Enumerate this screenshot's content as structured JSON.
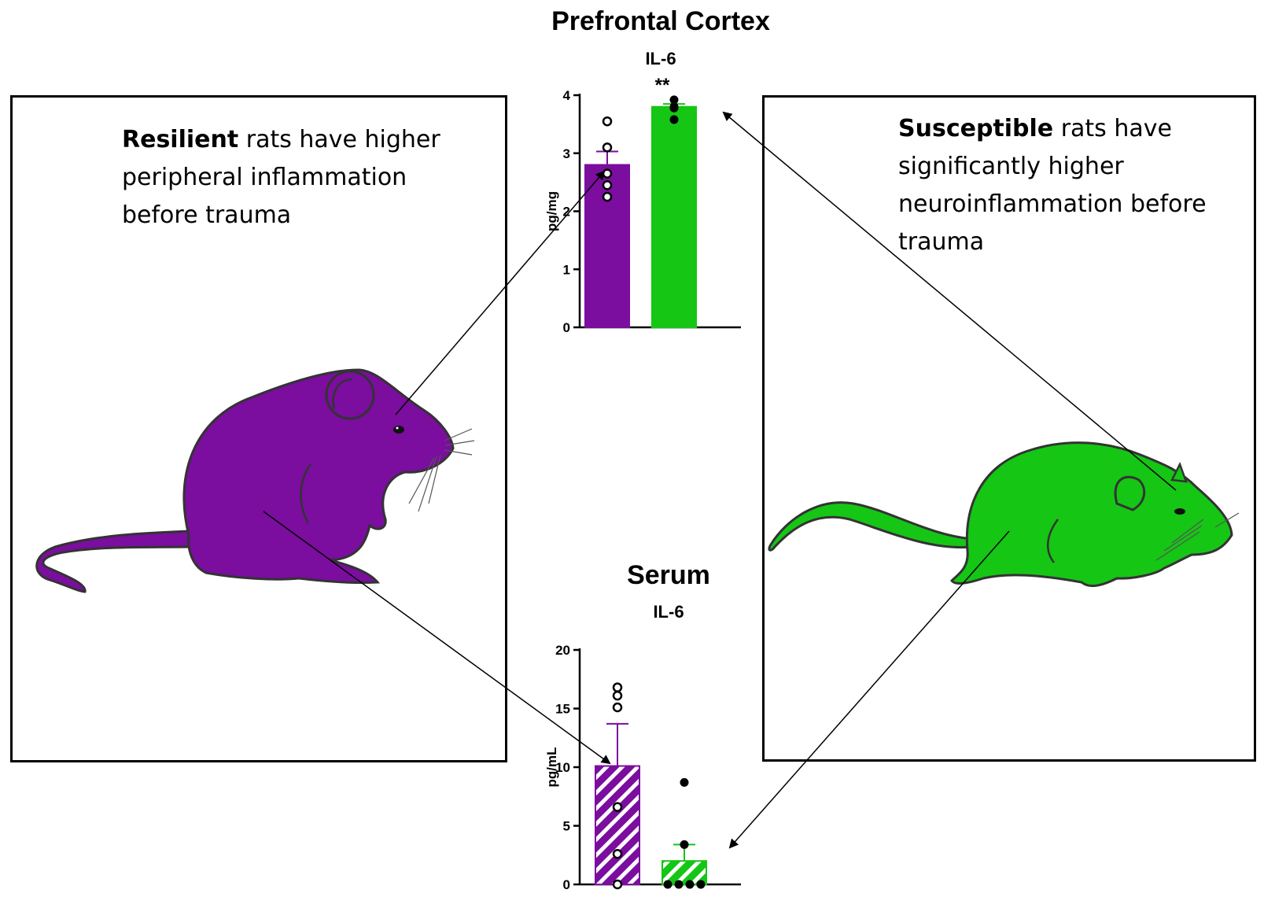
{
  "callouts": {
    "left": {
      "bold": "Resilient",
      "rest": " rats have higher peripheral inflammation before trauma"
    },
    "right": {
      "bold": "Susceptible",
      "rest": " rats have significantly higher neuroinflammation before trauma"
    }
  },
  "colors": {
    "resilient": "#7b0d9f",
    "susceptible": "#15c615"
  },
  "icons": {
    "left": "purple-rat-icon",
    "right": "green-rat-icon"
  },
  "chart_data": [
    {
      "type": "bar",
      "title": "Prefrontal Cortex",
      "subtitle": "IL-6",
      "ylabel": "pg/mg",
      "ylim": [
        0,
        4
      ],
      "yticks": [
        0,
        1,
        2,
        3,
        4
      ],
      "significance": "**",
      "pattern": "solid",
      "groups": [
        {
          "color": "#7b0d9f",
          "mean": 2.8,
          "sem": 0.23,
          "points": [
            3.55,
            3.1,
            2.65,
            2.45,
            2.25
          ],
          "marker": "open"
        },
        {
          "color": "#15c615",
          "mean": 3.8,
          "sem": 0.05,
          "points": [
            3.92,
            3.78,
            3.8,
            3.79,
            3.58
          ],
          "marker": "filled"
        }
      ]
    },
    {
      "type": "bar",
      "title": "Serum",
      "subtitle": "IL-6",
      "ylabel": "pg/mL",
      "ylim": [
        0,
        20
      ],
      "yticks": [
        0,
        5,
        10,
        15,
        20
      ],
      "significance": "",
      "pattern": "hatched",
      "groups": [
        {
          "color": "#7b0d9f",
          "mean": 10.1,
          "sem": 3.6,
          "points": [
            16.8,
            16.1,
            15.1,
            6.6,
            2.6,
            0
          ],
          "marker": "open"
        },
        {
          "color": "#15c615",
          "mean": 2.0,
          "sem": 1.4,
          "points": [
            8.7,
            3.4,
            0,
            0,
            0,
            0
          ],
          "marker": "filled"
        }
      ]
    }
  ]
}
